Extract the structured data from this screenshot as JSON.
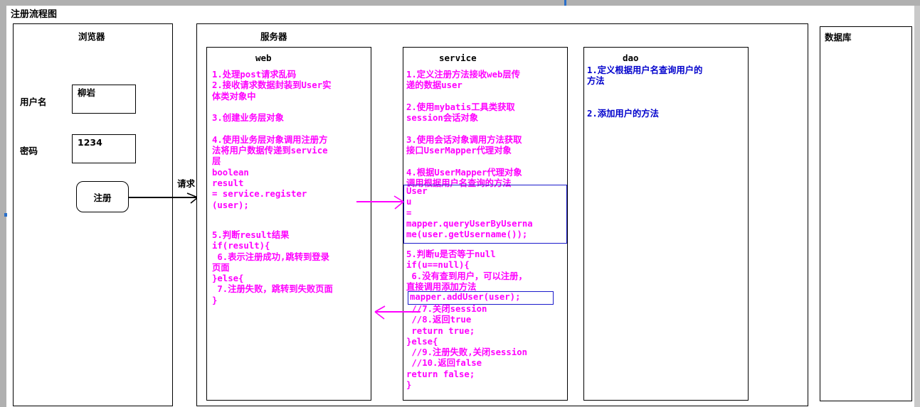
{
  "page": {
    "title": "注册流程图"
  },
  "browser_panel": {
    "heading": "浏览器",
    "username_label": "用户名",
    "username_value": "柳岩",
    "password_label": "密码",
    "password_value": "1234",
    "submit_label": "注册"
  },
  "arrows": {
    "request_label": "请求",
    "web_to_service_label": "",
    "service_to_web_label": ""
  },
  "server_panel": {
    "heading": "服务器"
  },
  "database_panel": {
    "heading": "数据库"
  },
  "web_box": {
    "heading": "web",
    "body_top": "1.处理post请求乱码\n2.接收请求数据封装到User实\n体类对象中\n\n3.创建业务层对象\n\n4.使用业务层对象调用注册方\n法将用户数据传递到service\n层\nboolean\nresult\n= service.register\n(user);",
    "body_bottom": "5.判断result结果\nif(result){\n 6.表示注册成功,跳转到登录\n页面\n}else{\n 7.注册失败，跳转到失败页面\n}"
  },
  "service_box": {
    "heading": "service",
    "body_top": "1.定义注册方法接收web层传\n递的数据user\n\n2.使用mybatis工具类获取\nsession会话对象\n\n3.使用会话对象调用方法获取\n接口UserMapper代理对象\n\n4.根据UserMapper代理对象\n调用根据用户名查询的方法",
    "highlight_query": "User\nu\n=\nmapper.queryUserByUserna\nme(user.getUsername());",
    "body_bottom_1": "5.判断u是否等于null\nif(u==null){\n 6.没有查到用户，可以注册，\n直接调用添加方法",
    "highlight_add": "mapper.addUser(user);",
    "body_bottom_2": " //7.关闭session\n //8.返回true\n return true;\n}else{\n //9.注册失败,关闭session\n //10.返回false\nreturn false;\n}"
  },
  "dao_box": {
    "heading": "dao",
    "body": "1.定义根据用户名查询用户的\n方法\n\n\n2.添加用户的方法"
  },
  "colors": {
    "magenta": "#FF00FF",
    "blue": "#0000CC",
    "highlight_border": "#1a1acc",
    "outline": "#000000",
    "chrome": "#b0b0b0"
  }
}
